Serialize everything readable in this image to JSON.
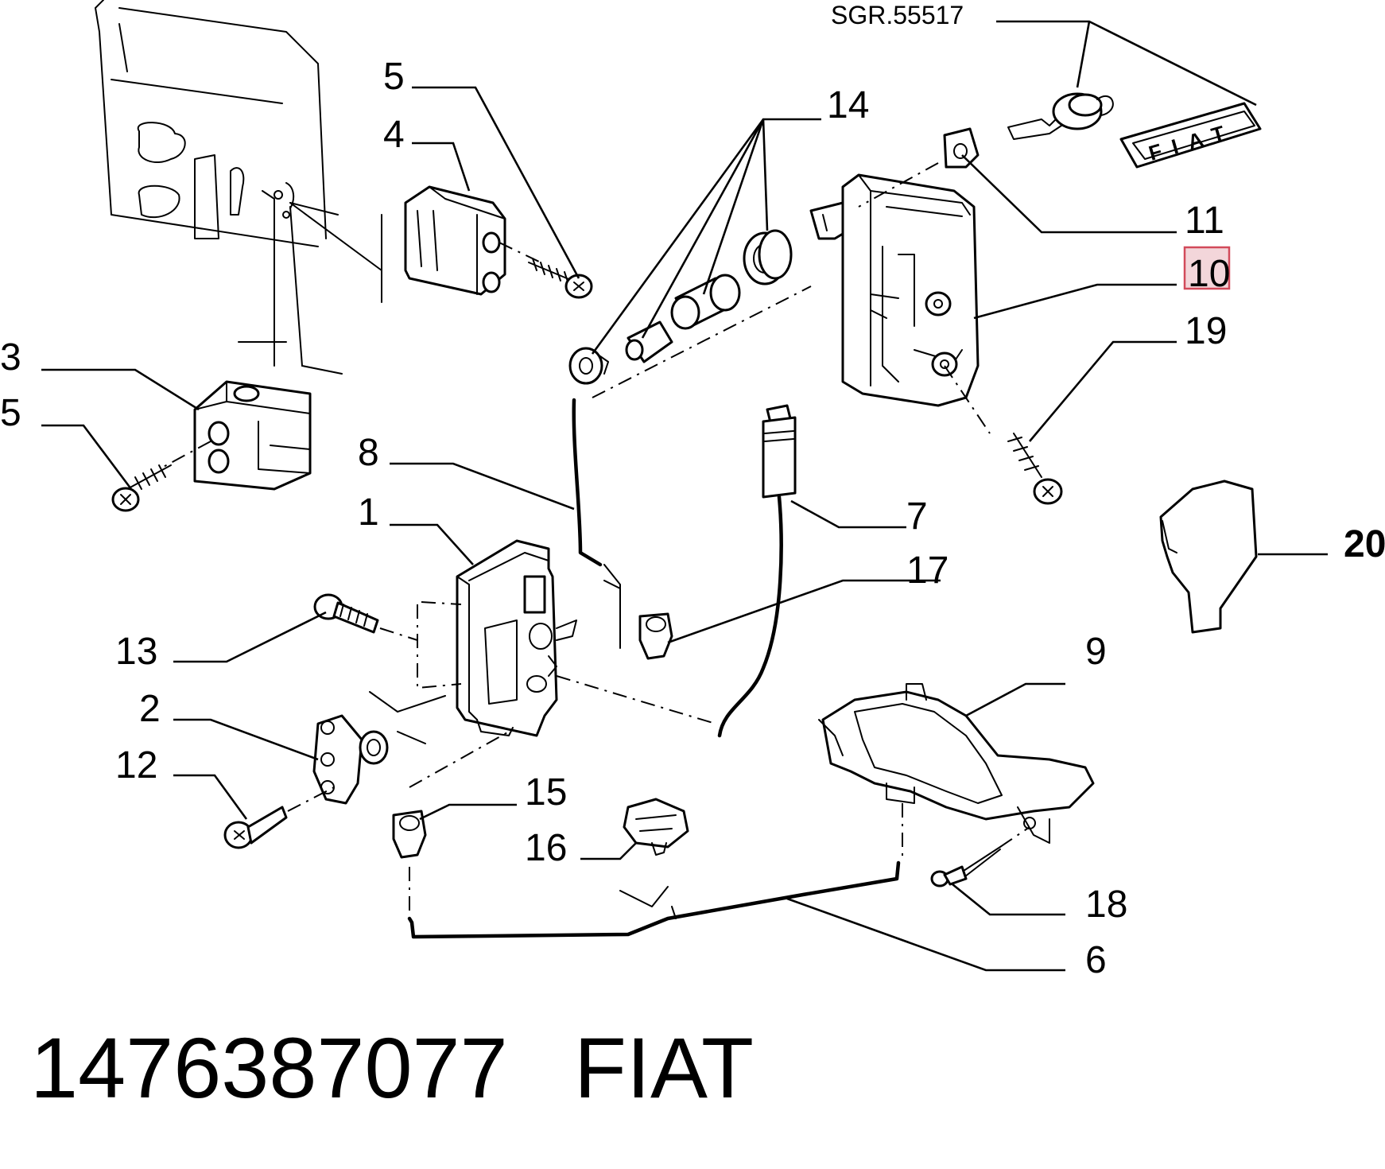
{
  "reference": "SGR.55517",
  "callouts": {
    "c1": "1",
    "c2": "2",
    "c3": "3",
    "c4": "4",
    "c5a": "5",
    "c5b": "5",
    "c6": "6",
    "c7": "7",
    "c8": "8",
    "c9": "9",
    "c10": "10",
    "c11": "11",
    "c12": "12",
    "c13": "13",
    "c14": "14",
    "c15": "15",
    "c16": "16",
    "c17": "17",
    "c18": "18",
    "c19": "19",
    "c20": "20"
  },
  "highlighted_callout": "10",
  "badge_text": "FIAT",
  "footer": {
    "part_number": "1476387077",
    "brand": "FIAT"
  }
}
